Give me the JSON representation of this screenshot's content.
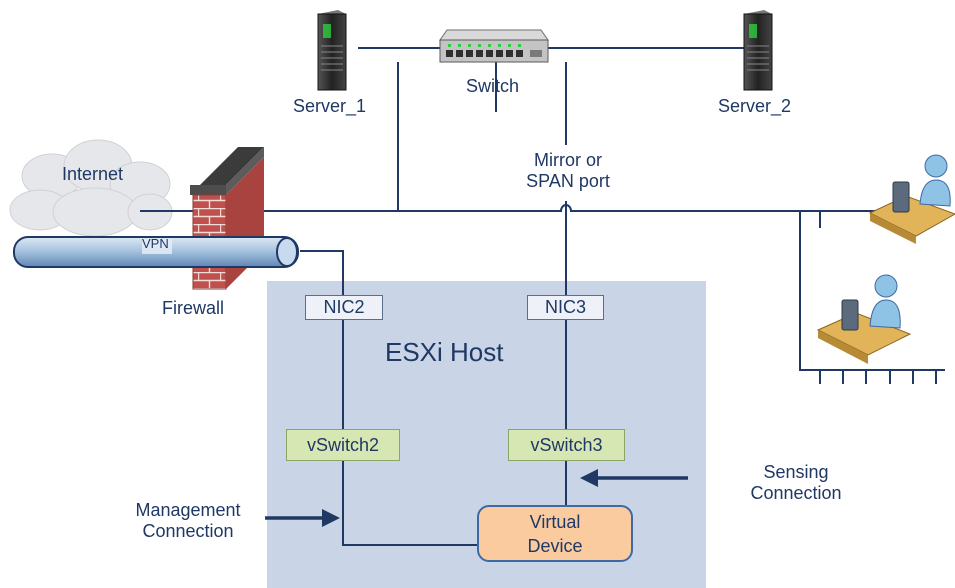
{
  "nodes": {
    "server_1": "Server_1",
    "switch": "Switch",
    "server_2": "Server_2",
    "internet": "Internet",
    "vpn": "VPN",
    "firewall": "Firewall",
    "mirror_port": [
      "Mirror or",
      "SPAN port"
    ],
    "esxi_host": "ESXi Host",
    "nic2": "NIC2",
    "nic3": "NIC3",
    "vswitch2": "vSwitch2",
    "vswitch3": "vSwitch3",
    "virtual_device": [
      "Virtual",
      "Device"
    ]
  },
  "annotations": {
    "management_connection": [
      "Management",
      "Connection"
    ],
    "sensing_connection": [
      "Sensing",
      "Connection"
    ]
  },
  "colors": {
    "line": "#1f3864",
    "host_fill": "#c9d5e6",
    "vswitch_fill": "#d7e7b4",
    "device_fill": "#fbcba0",
    "firewall_brick": "#c0504d",
    "vpn_tube": "#a9c4e0"
  }
}
